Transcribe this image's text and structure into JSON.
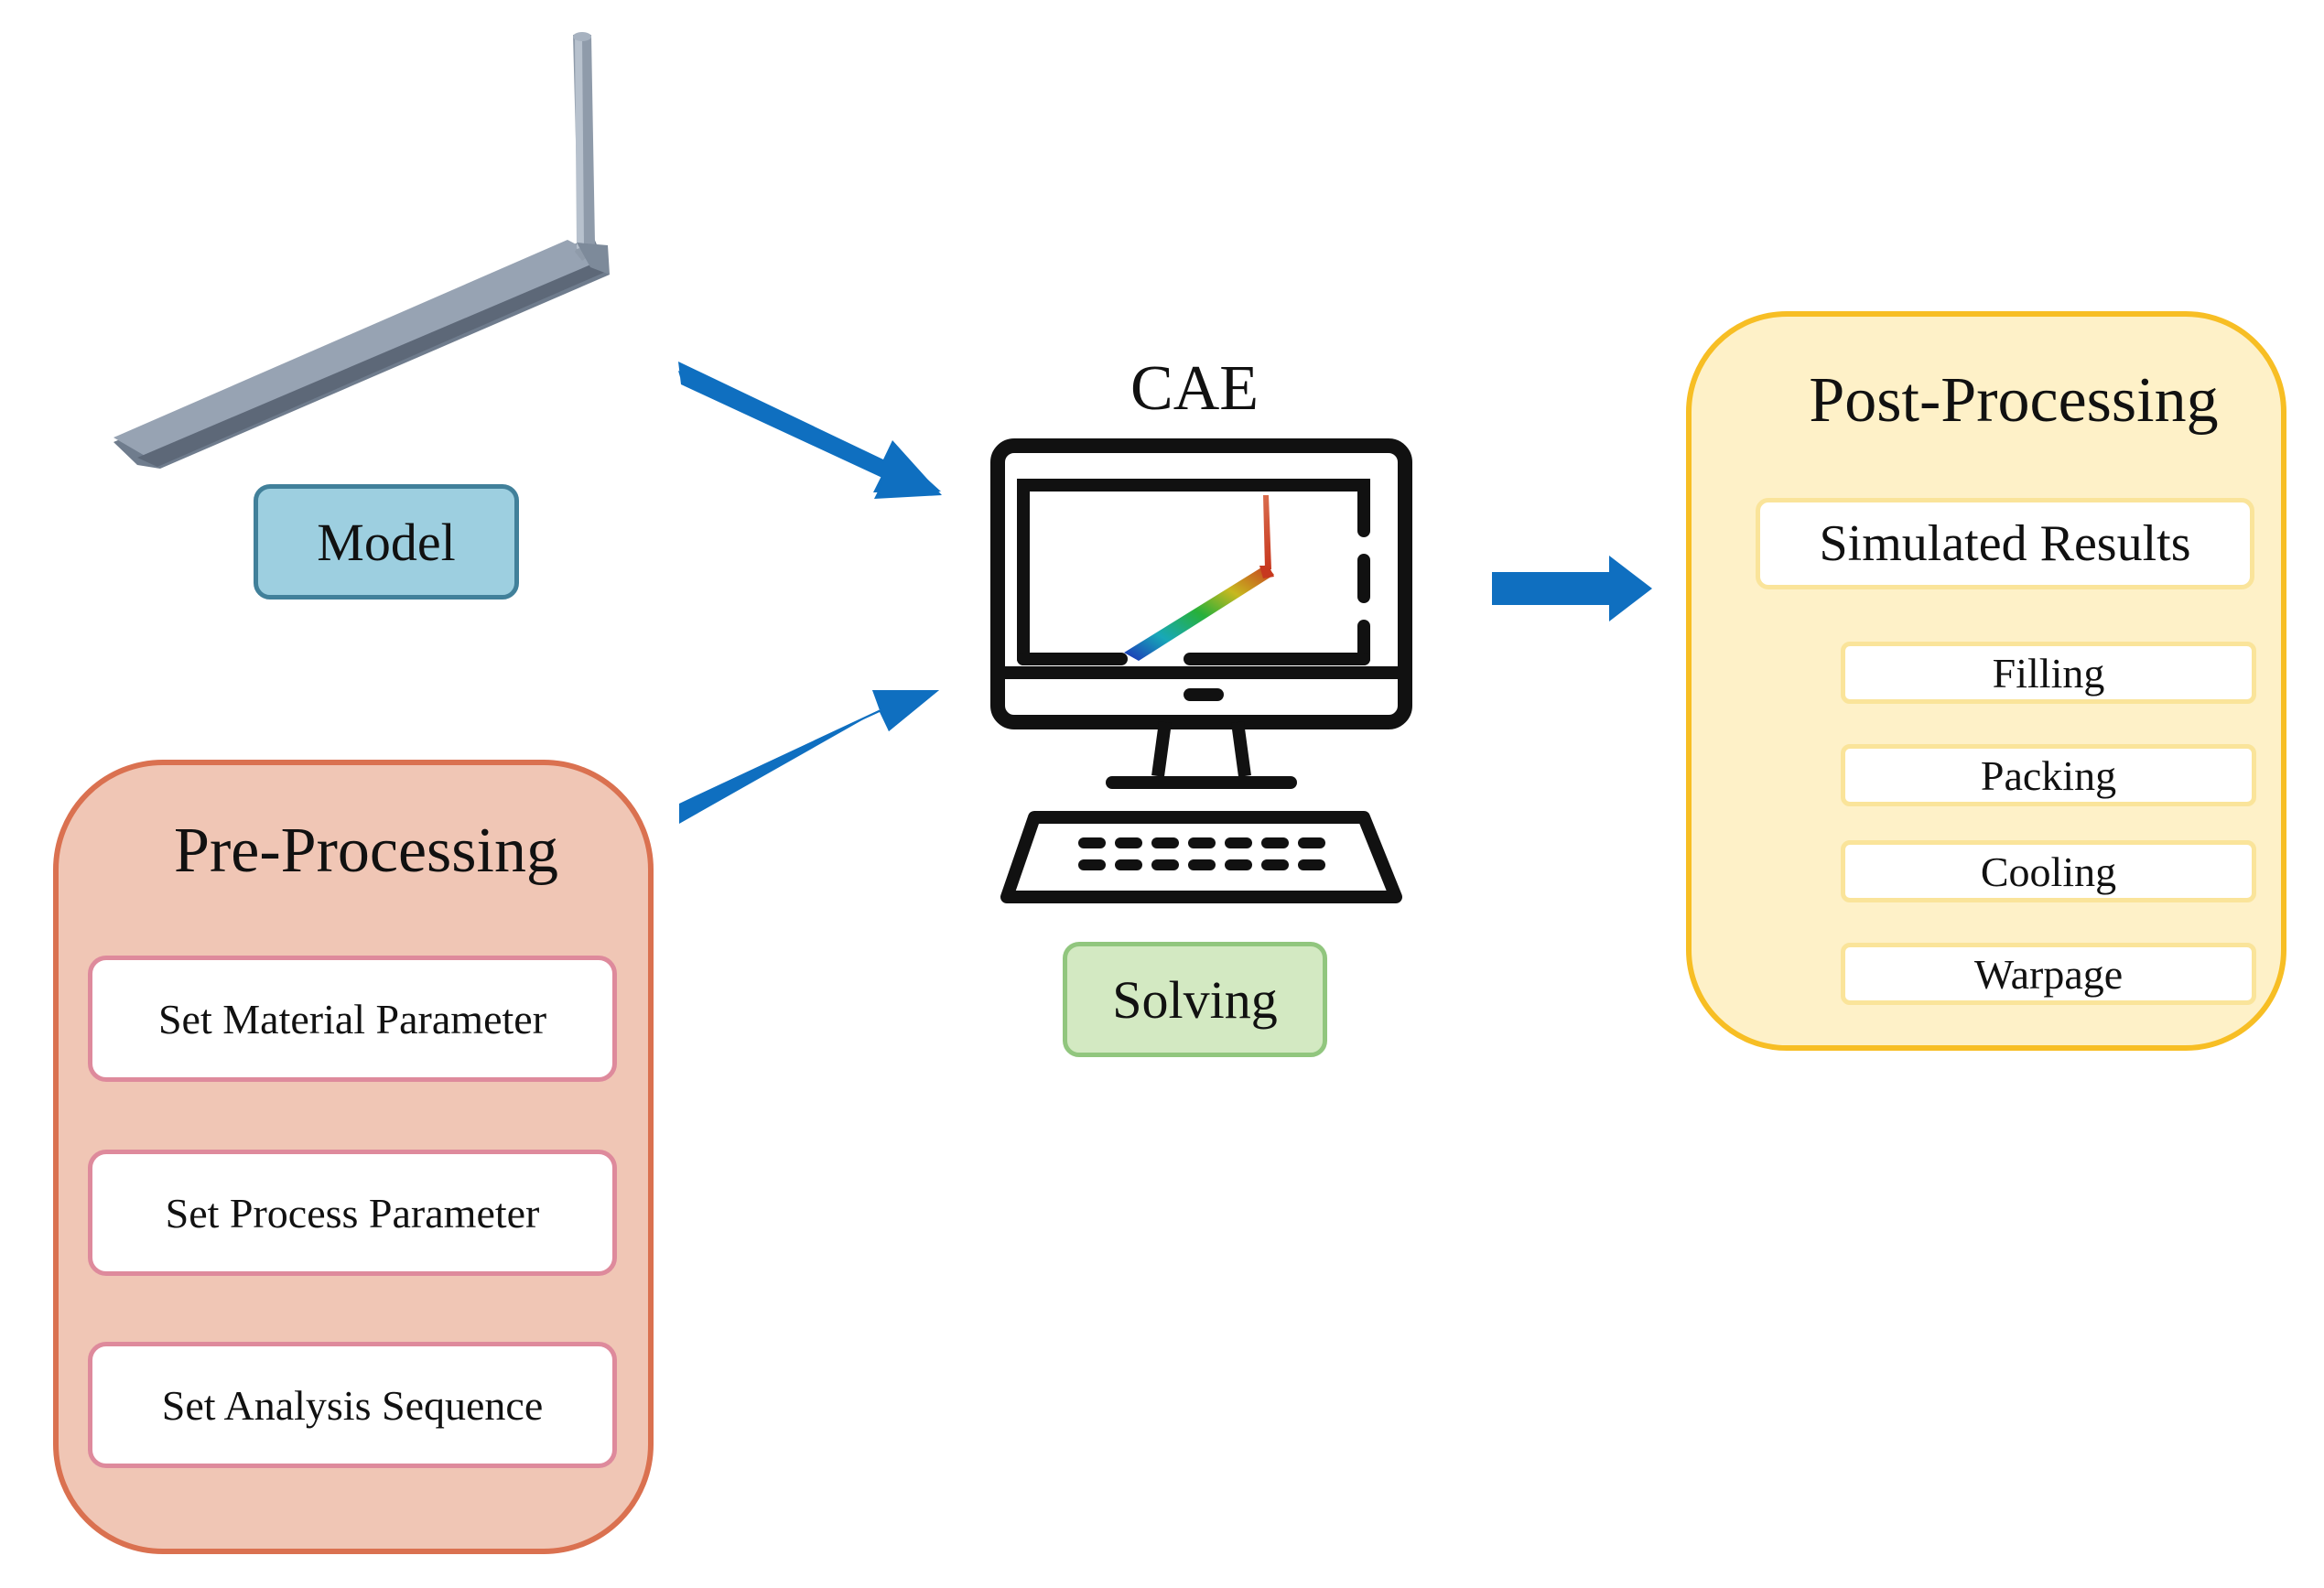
{
  "model": {
    "label": "Model"
  },
  "cae": {
    "title": "CAE",
    "solving_label": "Solving"
  },
  "pre_processing": {
    "title": "Pre-Processing",
    "items": [
      "Set Material Parameter",
      "Set Process Parameter",
      "Set Analysis Sequence"
    ]
  },
  "post_processing": {
    "title": "Post-Processing",
    "results_label": "Simulated Results",
    "results": [
      "Filling",
      "Packing",
      "Cooling",
      "Warpage"
    ]
  },
  "colors": {
    "arrow": "#0f6fc0",
    "model_fill": "#9dcfe0",
    "model_border": "#41809a",
    "solving_fill": "#d3e9c2",
    "solving_border": "#91c67e",
    "pre_fill": "#f0c6b5",
    "pre_border": "#da7150",
    "pre_item_border": "#de8a9c",
    "post_fill": "#fef1c8",
    "post_border": "#f7be24",
    "post_item_border": "#fae49a",
    "tree_connector": "#c4364f"
  }
}
